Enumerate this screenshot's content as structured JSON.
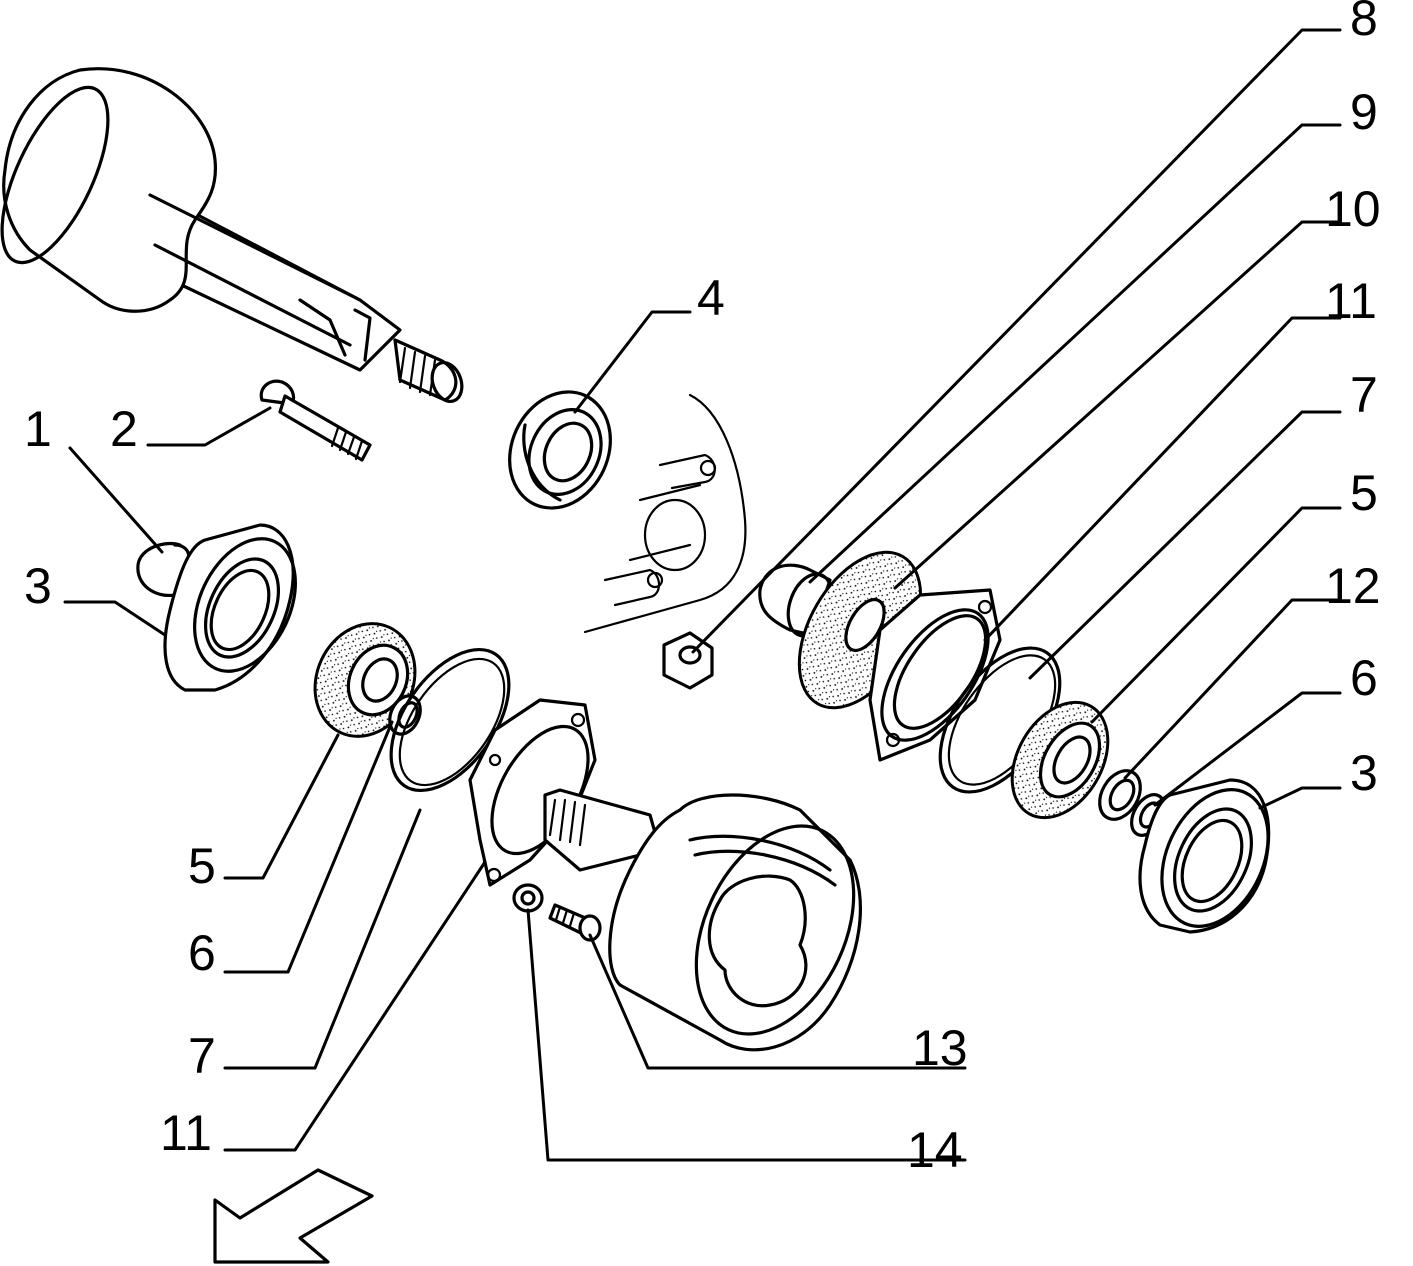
{
  "callouts": [
    {
      "id": "c1",
      "text": "1"
    },
    {
      "id": "c2",
      "text": "2"
    },
    {
      "id": "c3a",
      "text": "3"
    },
    {
      "id": "c4",
      "text": "4"
    },
    {
      "id": "c5a",
      "text": "5"
    },
    {
      "id": "c6a",
      "text": "6"
    },
    {
      "id": "c7a",
      "text": "7"
    },
    {
      "id": "c11a",
      "text": "11"
    },
    {
      "id": "c13",
      "text": "13"
    },
    {
      "id": "c14",
      "text": "14"
    },
    {
      "id": "c8",
      "text": "8"
    },
    {
      "id": "c9",
      "text": "9"
    },
    {
      "id": "c10",
      "text": "10"
    },
    {
      "id": "c11b",
      "text": "11"
    },
    {
      "id": "c7b",
      "text": "7"
    },
    {
      "id": "c5b",
      "text": "5"
    },
    {
      "id": "c12",
      "text": "12"
    },
    {
      "id": "c6b",
      "text": "6"
    },
    {
      "id": "c3b",
      "text": "3"
    }
  ],
  "icons": {
    "direction_arrow": "arrow-icon"
  },
  "colors": {
    "line": "#000000",
    "background": "#ffffff"
  }
}
